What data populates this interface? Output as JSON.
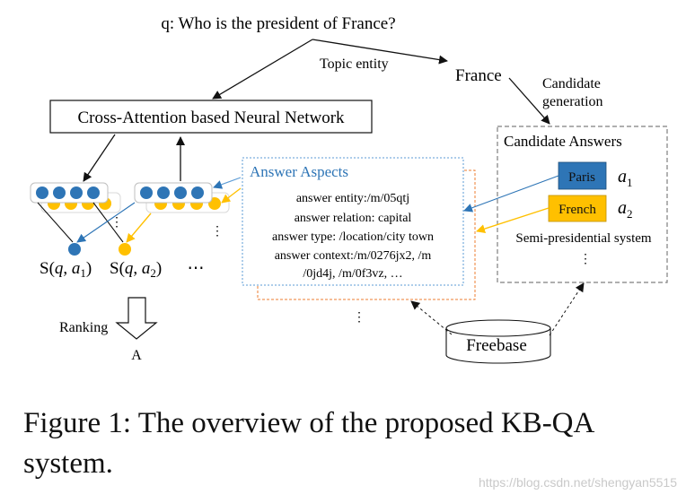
{
  "question": "q: Who is the president of France?",
  "topic_entity_label": "Topic entity",
  "entity": "France",
  "candidate_generation": [
    "Candidate",
    "generation"
  ],
  "network_label": "Cross-Attention based Neural Network",
  "answer_aspects": {
    "title": "Answer Aspects",
    "lines": [
      "answer entity:/m/05qtj",
      "answer relation: capital",
      "answer type: /location/city town",
      "answer context:/m/0276jx2, /m",
      "/0jd4j,  /m/0f3vz, …"
    ]
  },
  "candidate_answers": {
    "title": "Candidate Answers",
    "items": [
      {
        "label": "Paris",
        "tag_base": "a",
        "tag_sub": "1",
        "color": "#2e75b6"
      },
      {
        "label": "French",
        "tag_base": "a",
        "tag_sub": "2",
        "color": "#ffc000"
      }
    ],
    "extra": "Semi-presidential system"
  },
  "scores": [
    {
      "prefix": "S(",
      "q": "q",
      "comma": ", ",
      "a": "a",
      "sub": "1",
      "close": ")"
    },
    {
      "prefix": "S(",
      "q": "q",
      "comma": ", ",
      "a": "a",
      "sub": "2",
      "close": ")"
    }
  ],
  "ellipsis_h": "⋯",
  "ellipsis_v": "⋮",
  "ranking_label": "Ranking",
  "result_label": "A",
  "kb_label": "Freebase",
  "colors": {
    "blue": "#2e75b6",
    "yellow": "#ffc000",
    "orange_dashed": "#ed7d31",
    "aspects_border": "#5b9bd5",
    "gray_dashed": "#7f7f7f"
  },
  "caption": "Figure 1: The overview of the proposed KB-QA system.",
  "watermark": "https://blog.csdn.net/shengyan5515"
}
